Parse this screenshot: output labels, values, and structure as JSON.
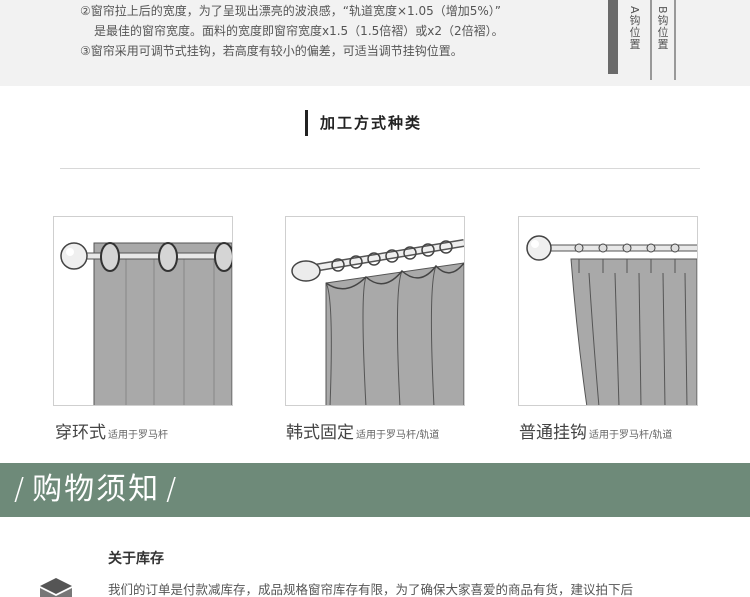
{
  "notes": {
    "line1": "②窗帘拉上后的宽度，为了呈现出漂亮的波浪感，“轨道宽度×1.05（增加5%）”",
    "line2": "是最佳的窗帘宽度。面料的宽度即窗帘宽度x1.5（1.5倍褶）或x2（2倍褶）。",
    "line3": "③窗帘采用可调节式挂钩，若高度有较小的偏差，可适当调节挂钩位置。",
    "hook_a": "A钩位置",
    "hook_b": "B钩位置"
  },
  "section": {
    "title": "加工方式种类"
  },
  "styles": [
    {
      "main": "穿环式",
      "sub": "适用于罗马杆"
    },
    {
      "main": "韩式固定",
      "sub": "适用于罗马杆/轨道"
    },
    {
      "main": "普通挂钩",
      "sub": "适用于罗马杆/轨道"
    }
  ],
  "banner": {
    "title": "购物须知",
    "color": "#6e8a79"
  },
  "stock": {
    "title": "关于库存",
    "text": "我们的订单是付款减库存，成品规格窗帘库存有限，为了确保大家喜爱的商品有货，建议拍下后"
  }
}
